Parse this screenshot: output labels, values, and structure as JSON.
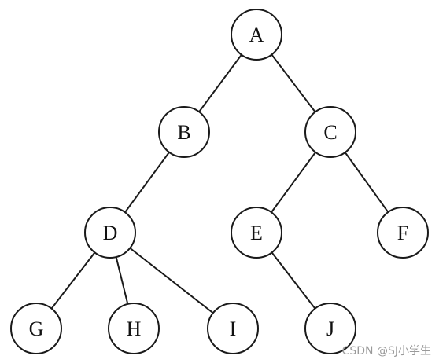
{
  "tree": {
    "nodes": [
      {
        "id": "A",
        "label": "A"
      },
      {
        "id": "B",
        "label": "B"
      },
      {
        "id": "C",
        "label": "C"
      },
      {
        "id": "D",
        "label": "D"
      },
      {
        "id": "E",
        "label": "E"
      },
      {
        "id": "F",
        "label": "F"
      },
      {
        "id": "G",
        "label": "G"
      },
      {
        "id": "H",
        "label": "H"
      },
      {
        "id": "I",
        "label": "I"
      },
      {
        "id": "J",
        "label": "J"
      }
    ],
    "edges": [
      [
        "A",
        "B"
      ],
      [
        "A",
        "C"
      ],
      [
        "B",
        "D"
      ],
      [
        "C",
        "E"
      ],
      [
        "C",
        "F"
      ],
      [
        "D",
        "G"
      ],
      [
        "D",
        "H"
      ],
      [
        "D",
        "I"
      ],
      [
        "E",
        "J"
      ]
    ]
  },
  "watermark": {
    "text": "CSDN @SJ小学生"
  },
  "colors": {
    "stroke": "#1a1a1a",
    "fill": "#ffffff",
    "watermark": "#9a9a9a"
  }
}
